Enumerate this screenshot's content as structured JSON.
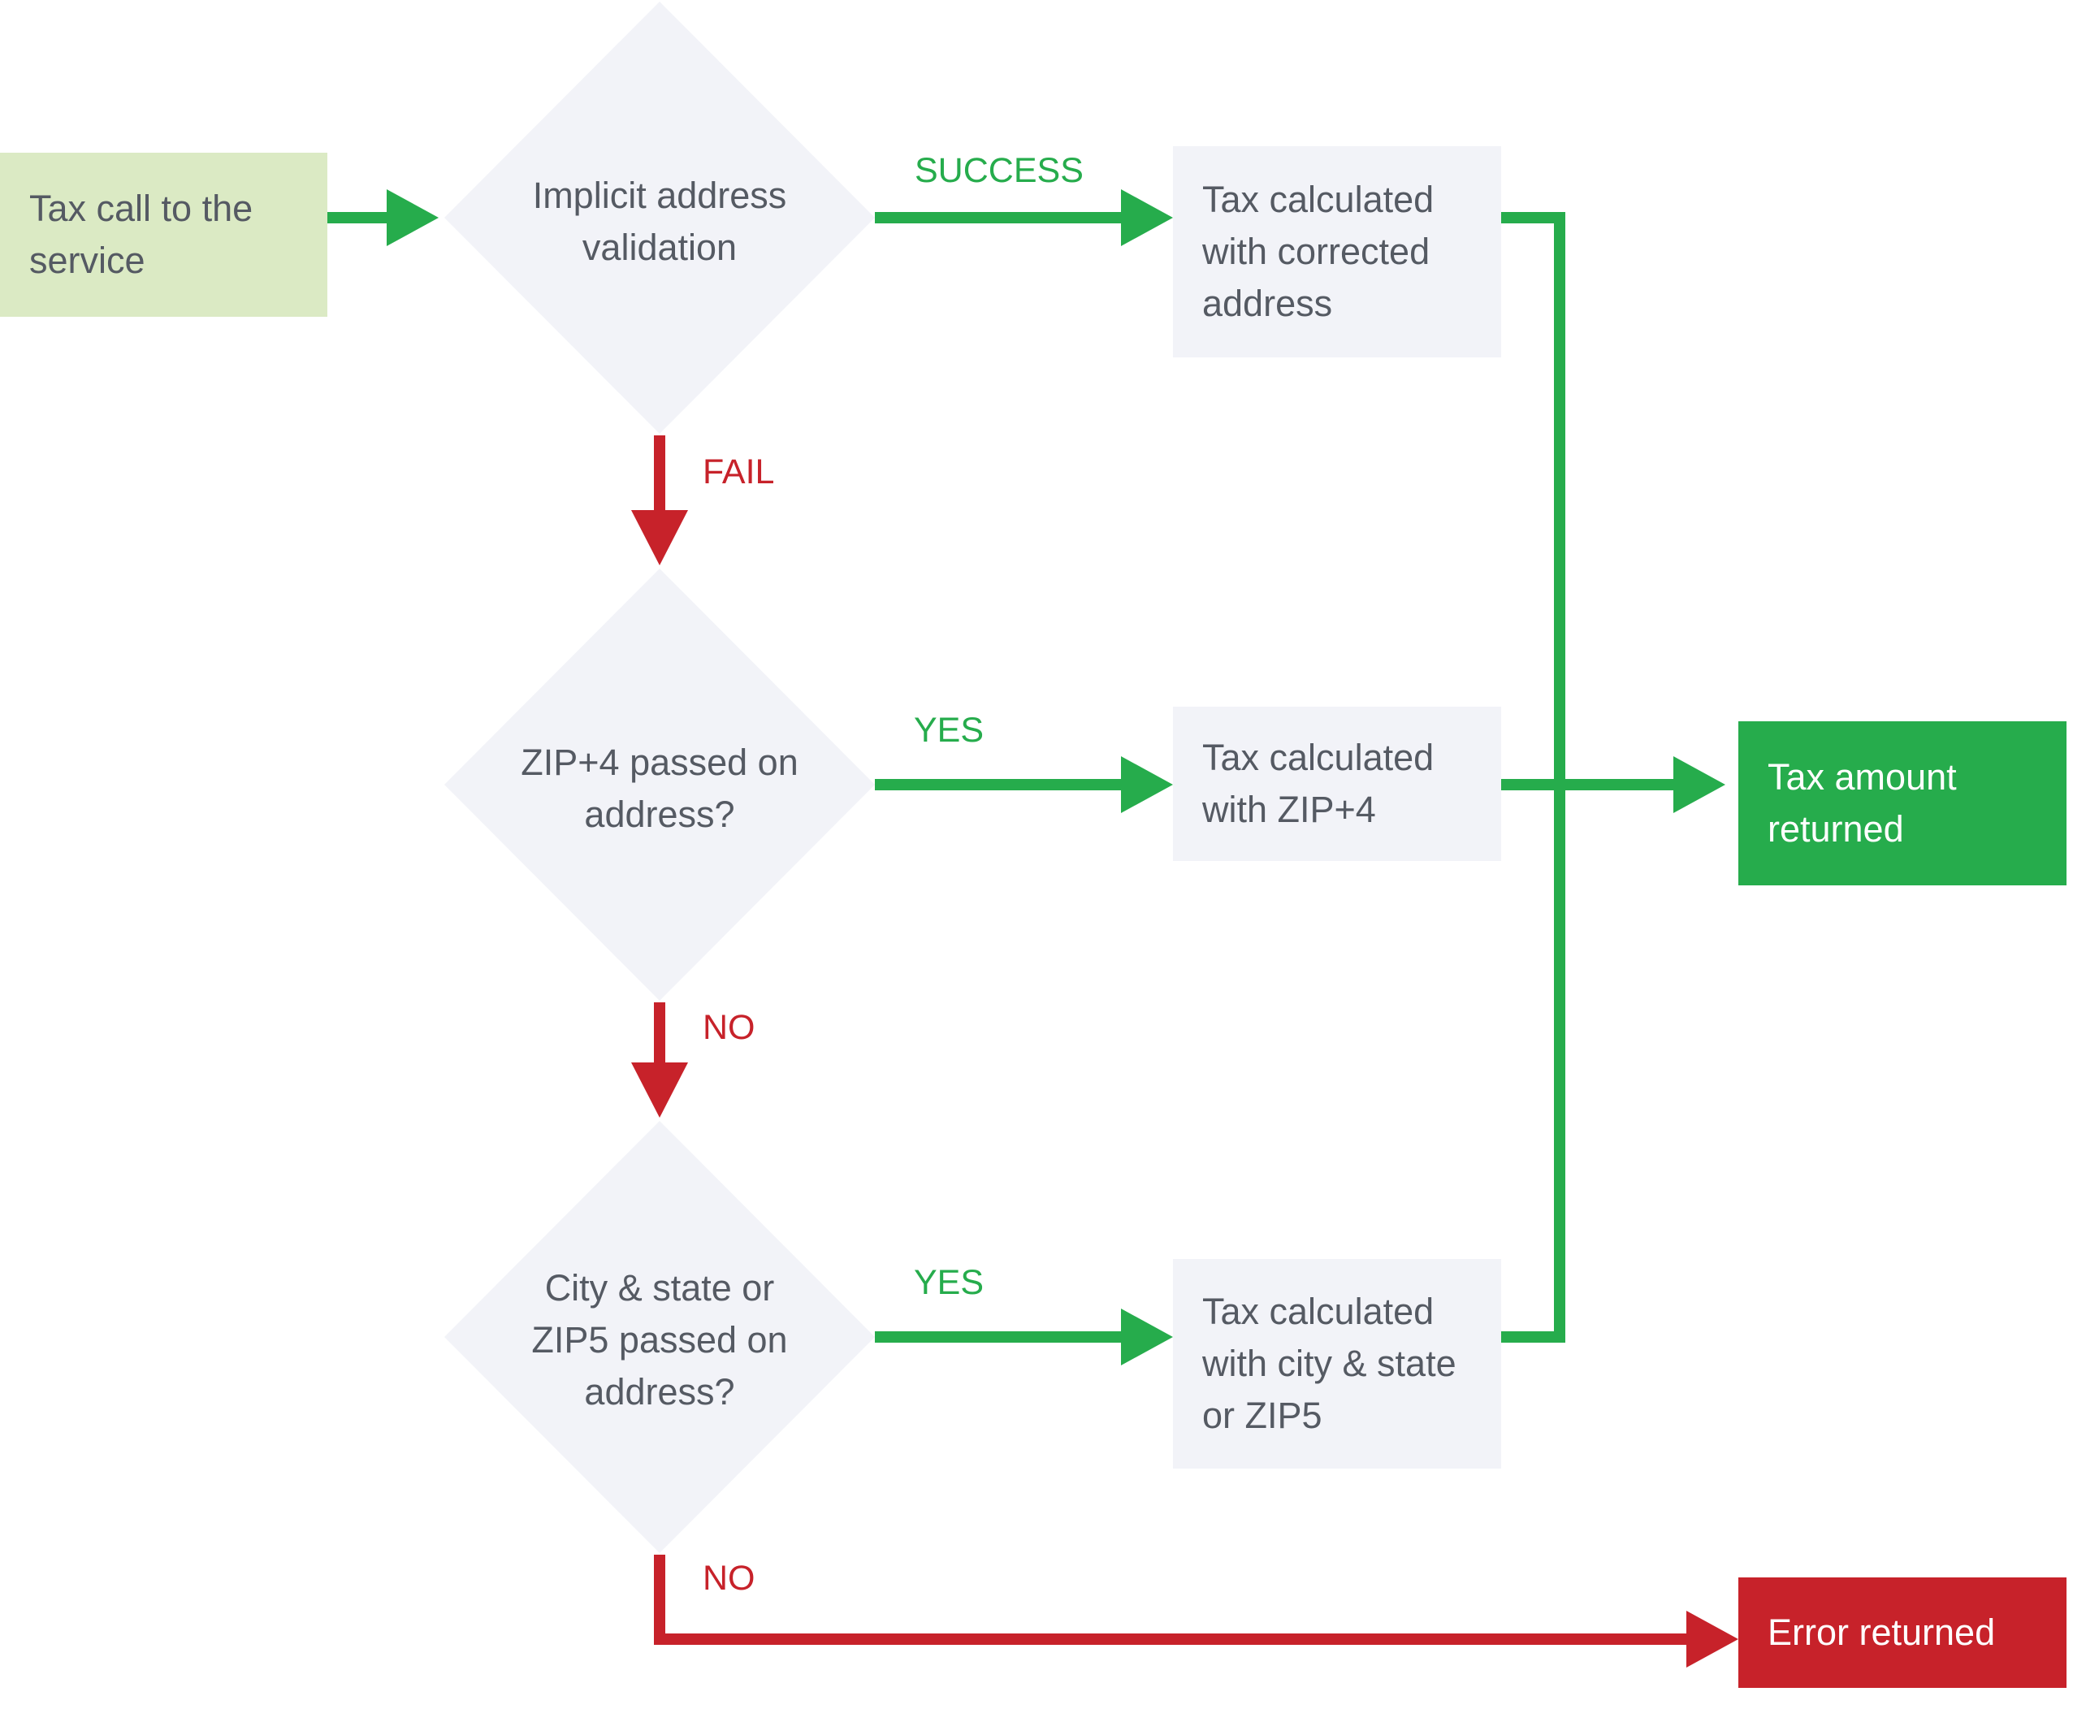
{
  "colors": {
    "success_green": "#26ac4c",
    "fail_red": "#c7222a",
    "start_fill": "#dbeac4",
    "decision_fill": "#f2f3f8",
    "text_gray": "#555a63"
  },
  "nodes": {
    "start": "Tax call to the\nservice",
    "decision_implicit": "Implicit address\nvalidation",
    "decision_zip4": "ZIP+4 passed on\naddress?",
    "decision_city": "City & state or\nZIP5  passed on\naddress?",
    "result_corrected": "Tax calculated\nwith corrected\naddress",
    "result_zip4": "Tax calculated\nwith ZIP+4",
    "result_city": "Tax calculated\nwith city & state\nor ZIP5",
    "end_success": "Tax amount\nreturned",
    "end_error": "Error returned"
  },
  "edge_labels": {
    "success": "SUCCESS",
    "fail": "FAIL",
    "yes_zip4": "YES",
    "no_zip4": "NO",
    "yes_city": "YES",
    "no_city": "NO"
  }
}
